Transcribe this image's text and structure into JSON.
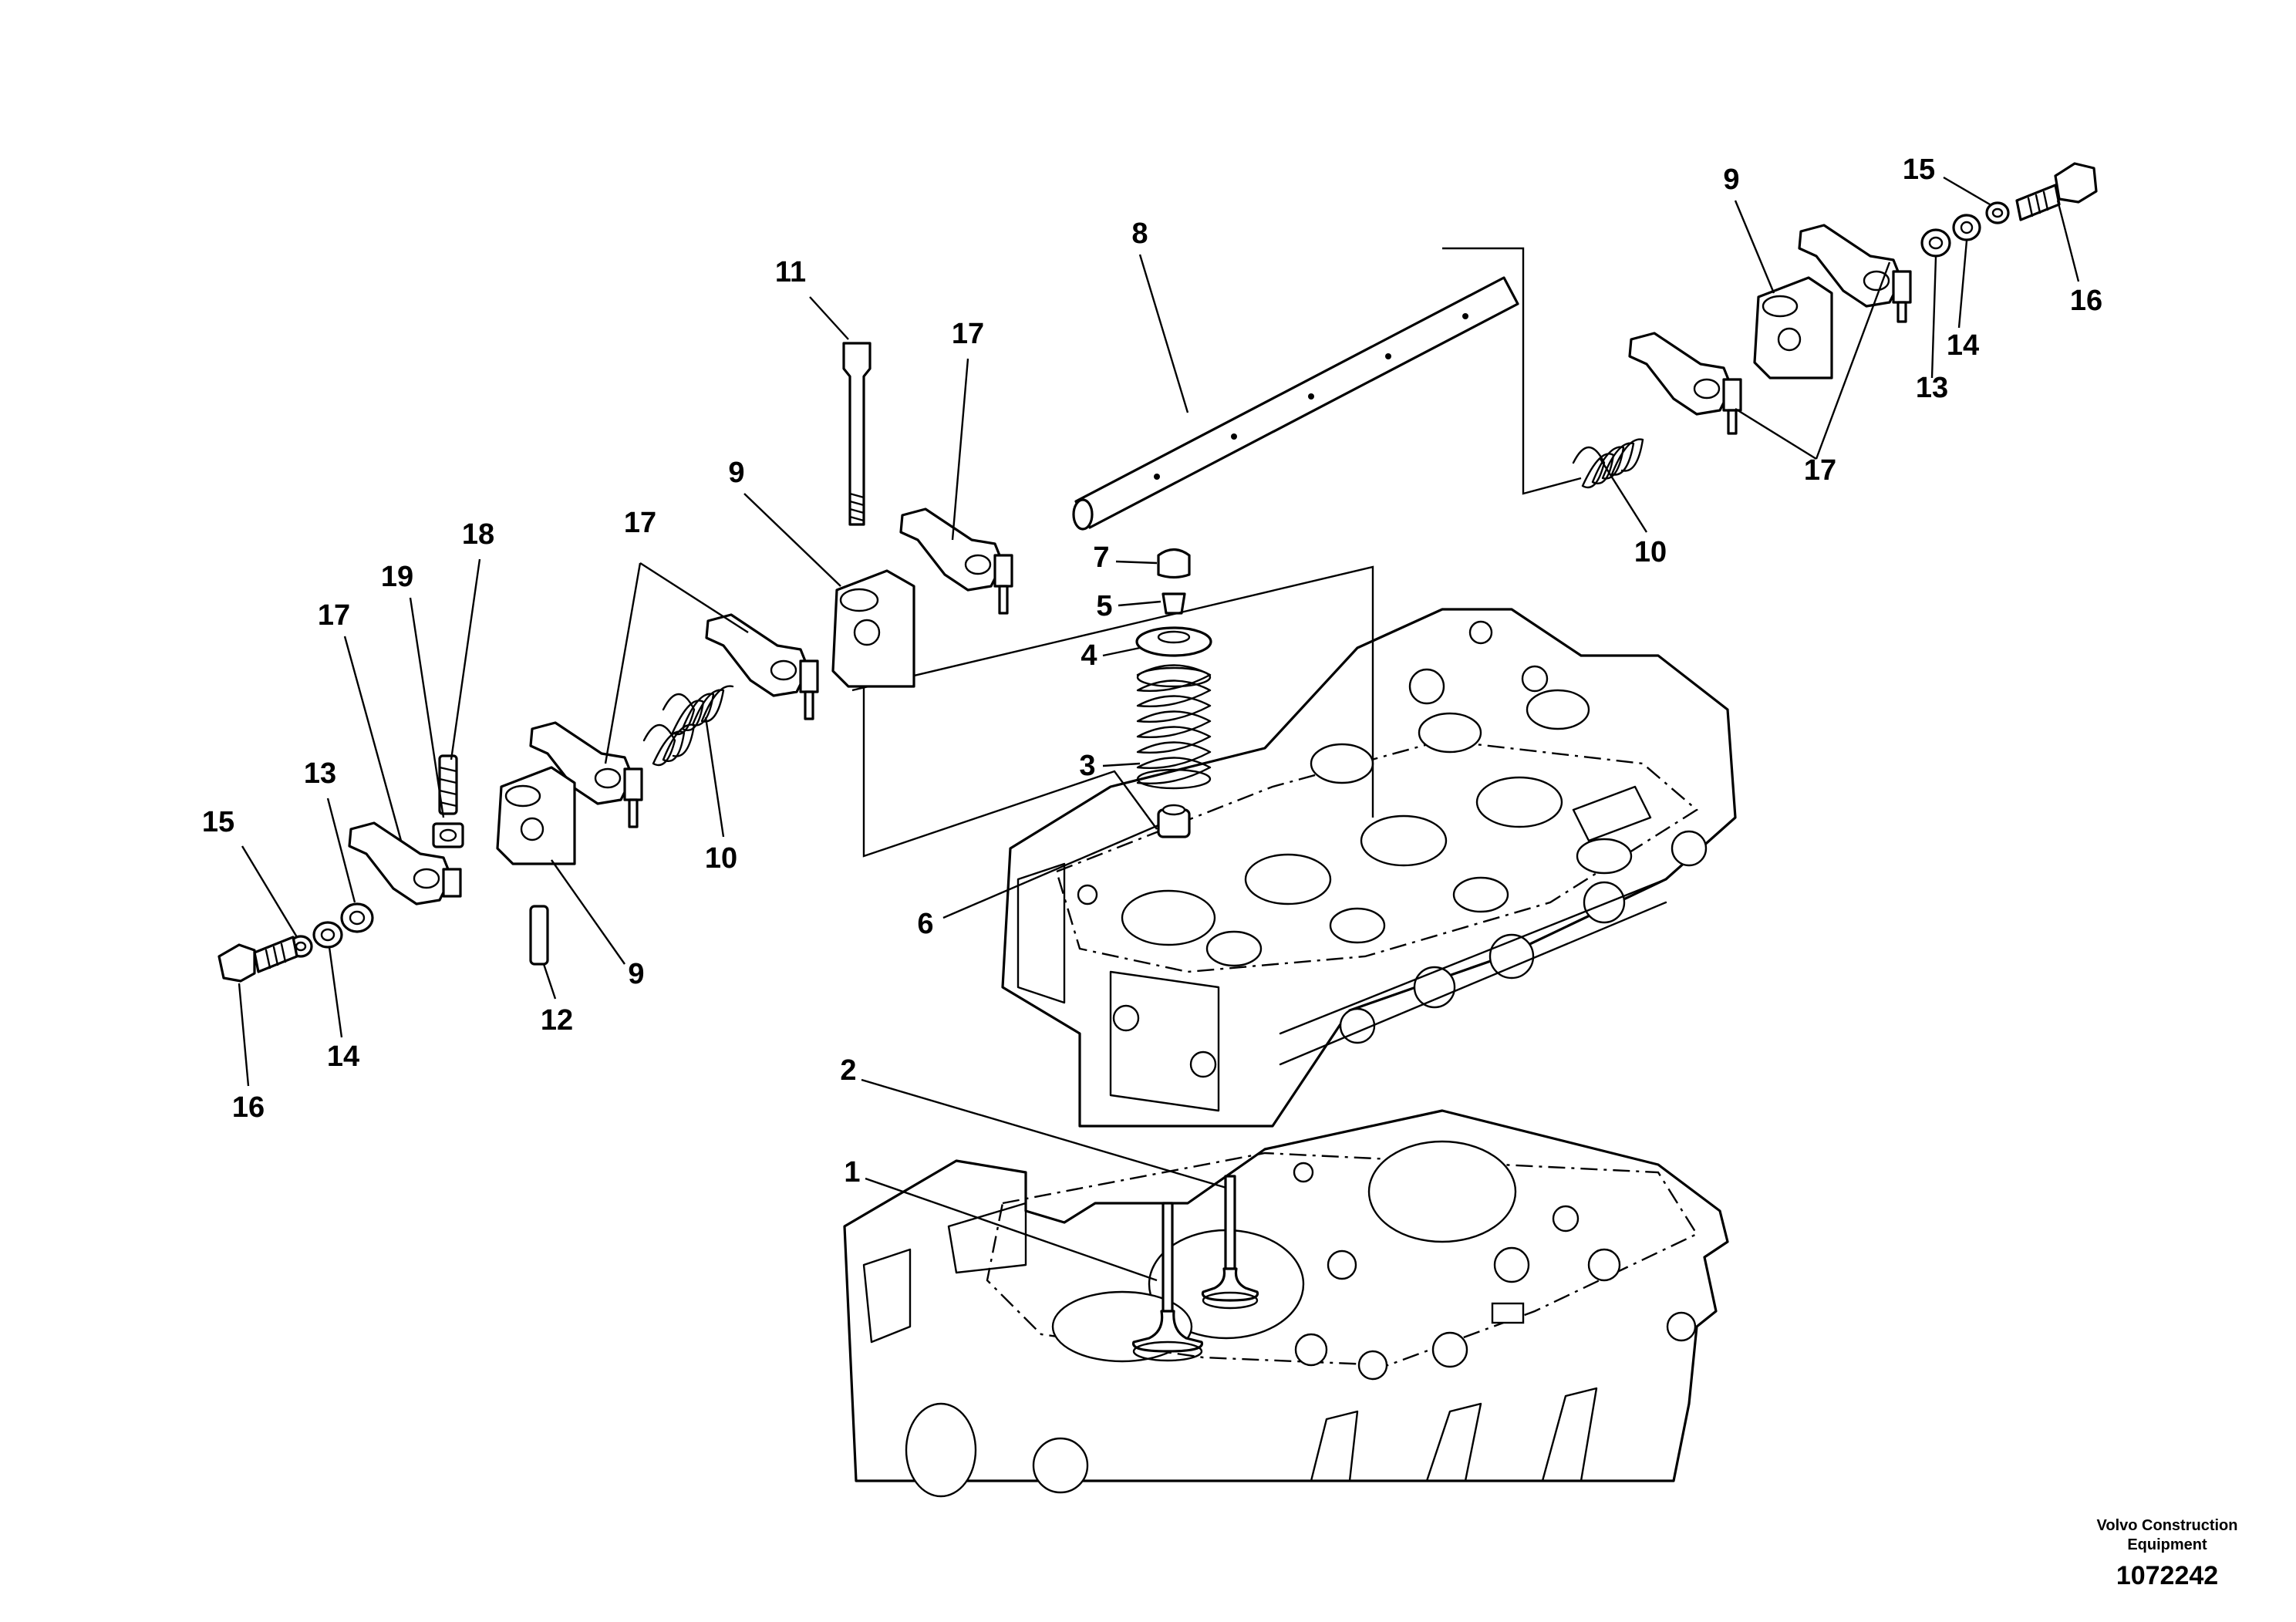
{
  "callouts": [
    "1",
    "2",
    "3",
    "4",
    "5",
    "6",
    "7",
    "8",
    "9",
    "9",
    "9",
    "10",
    "10",
    "11",
    "12",
    "13",
    "13",
    "14",
    "14",
    "15",
    "15",
    "16",
    "16",
    "17",
    "17",
    "17",
    "17",
    "18",
    "19"
  ],
  "footer": {
    "company": "Volvo Construction Equipment",
    "drawing_number": "1072242"
  },
  "colors": {
    "ink": "#000000",
    "paper": "#ffffff"
  }
}
